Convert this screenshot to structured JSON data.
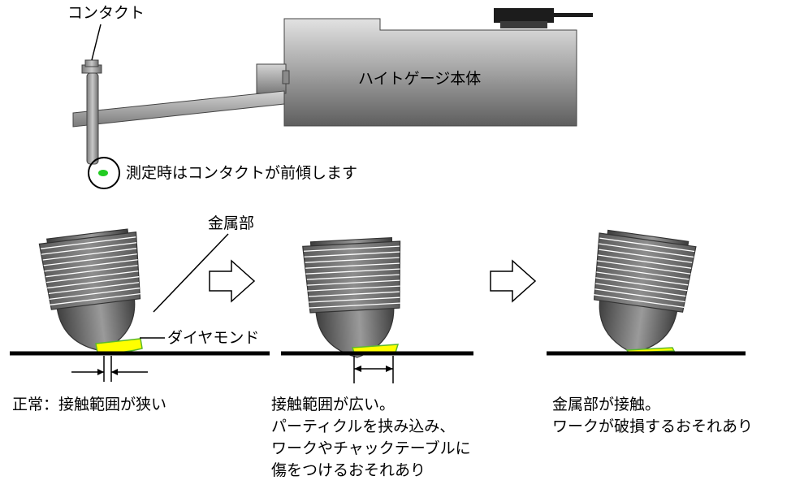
{
  "labels": {
    "contact": "コンタクト",
    "gauge_body": "ハイトゲージ本体",
    "tilt_note": "測定時はコンタクトが前傾します",
    "metal_part": "金属部",
    "diamond": "ダイヤモンド"
  },
  "captions": {
    "normal": "正常：接触範囲が狭い",
    "wide": [
      "接触範囲が広い。",
      "パーティクルを挟み込み、",
      "ワークやチャックテーブルに",
      "傷をつけるおそれあり"
    ],
    "metal": [
      "金属部が接触。",
      "ワークが破損するおそれあり"
    ]
  },
  "colors": {
    "diamond": "#ffff00",
    "diamond_edge": "#5bb82e",
    "surface": "#000000",
    "green_tip": "#22cc22"
  }
}
